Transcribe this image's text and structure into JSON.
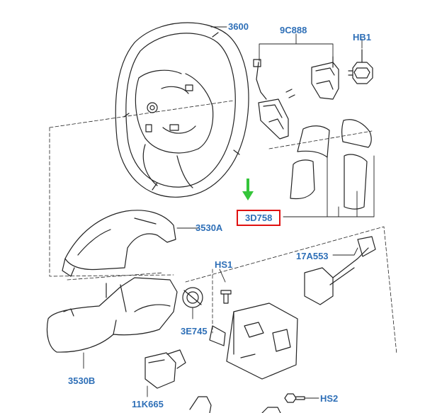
{
  "colors": {
    "accent": "#2e6fb7",
    "highlight_box": "#e01010",
    "arrow": "#35c53a",
    "line": "#222222"
  },
  "callouts": {
    "c3600": "3600",
    "c9c888": "9C888",
    "chb1": "HB1",
    "c3d758": "3D758",
    "c3530a": "3530A",
    "c17a553": "17A553",
    "chs1": "HS1",
    "c3e745": "3E745",
    "c3530b": "3530B",
    "c11k665": "11K665",
    "chs2": "HS2"
  },
  "highlighted_part": "3D758"
}
